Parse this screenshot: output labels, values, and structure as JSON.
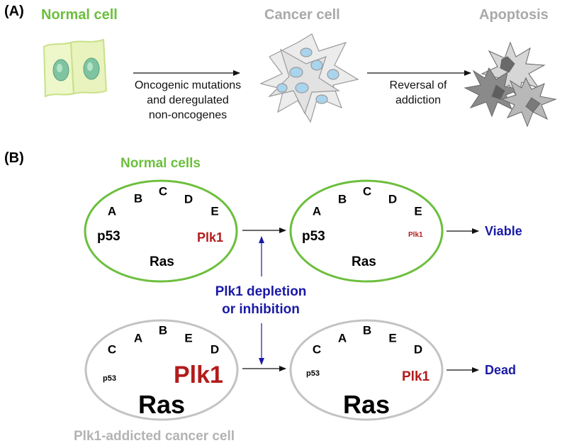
{
  "colors": {
    "normal_green": "#6cbf3d",
    "cancer_gray": "#a9a9a9",
    "plk1_red": "#b31b1b",
    "blue_text": "#1a1aa6"
  },
  "panel_a": {
    "panel_label": "(A)",
    "normal_title": "Normal cell",
    "cancer_title": "Cancer cell",
    "apoptosis_title": "Apoptosis",
    "arrow1_caption": [
      "Oncogenic mutations",
      "and deregulated",
      "non-oncogenes"
    ],
    "arrow2_caption": [
      "Reversal of",
      "addiction"
    ]
  },
  "panel_b": {
    "panel_label": "(B)",
    "normal_cells_title": "Normal cells",
    "cancer_cell_title": "Plk1-addicted cancer cell",
    "intervention": [
      "Plk1 depletion",
      "or inhibition"
    ],
    "outcome_normal": "Viable",
    "outcome_cancer": "Dead",
    "normal_before": {
      "letters": [
        "A",
        "B",
        "C",
        "D",
        "E"
      ],
      "p53": "p53",
      "plk1": "Plk1",
      "ras": "Ras"
    },
    "normal_after": {
      "letters": [
        "A",
        "B",
        "C",
        "D",
        "E"
      ],
      "p53": "p53",
      "plk1": "Plk1",
      "ras": "Ras"
    },
    "cancer_before": {
      "letters": [
        "C",
        "A",
        "B",
        "E",
        "D"
      ],
      "p53": "p53",
      "plk1": "Plk1",
      "ras": "Ras"
    },
    "cancer_after": {
      "letters": [
        "C",
        "A",
        "B",
        "E",
        "D"
      ],
      "p53": "p53",
      "plk1": "Plk1",
      "ras": "Ras"
    }
  }
}
